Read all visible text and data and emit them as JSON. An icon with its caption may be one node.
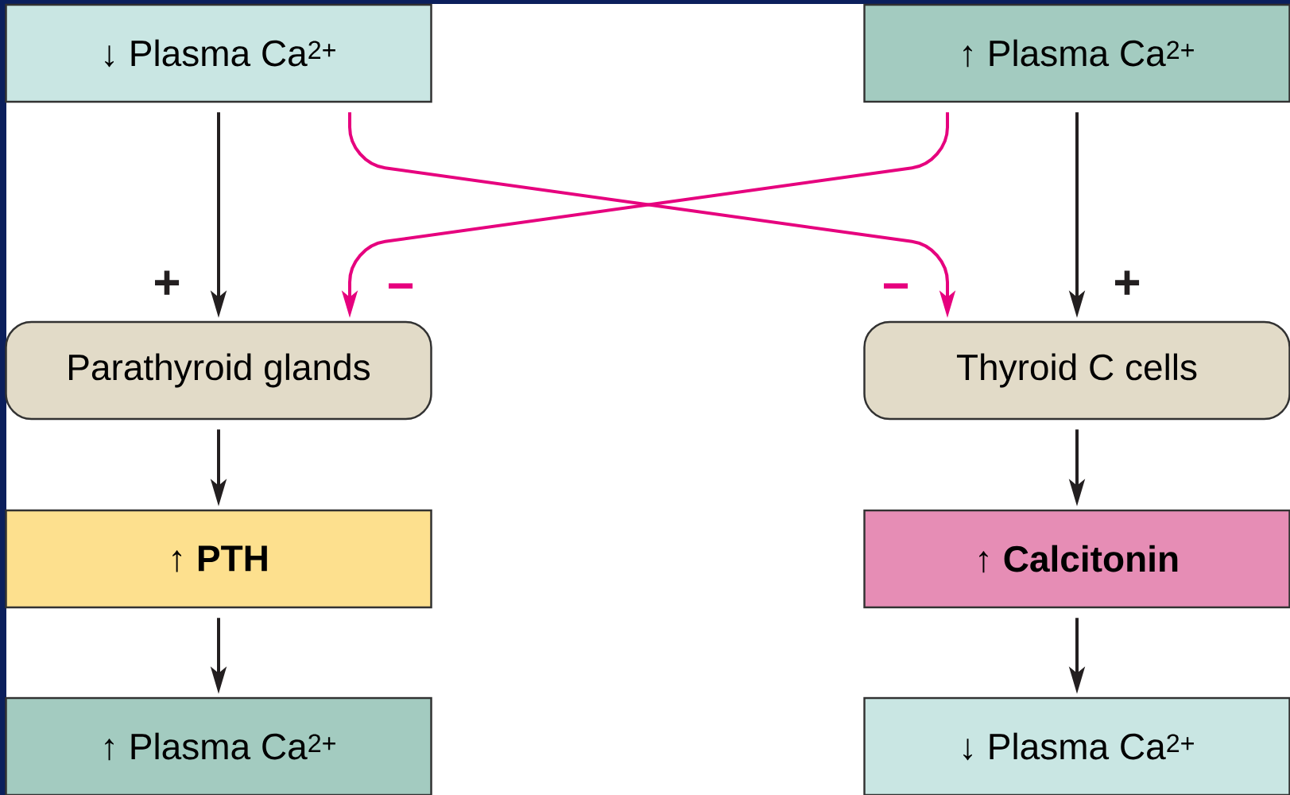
{
  "diagram": {
    "nodes": [
      {
        "text": [
          "↓ Plasma Ca$^{2+}$"
        ]
      },
      {
        "text": [
          "↑ Plasma Ca$^{2+}$"
        ]
      },
      {
        "text": [
          "Parathyroid glands"
        ]
      },
      {
        "text": [
          "Thyroid C cells"
        ]
      },
      {
        "text": [
          "↑ **PTH**"
        ]
      },
      {
        "text": [
          "↑ **Calcitonin**"
        ]
      },
      {
        "text": [
          "↑ Plasma Ca$^{2+}$"
        ]
      },
      {
        "text": [
          "↓ Plasma Ca$^{2+}$"
        ]
      }
    ],
    "edges": [
      {
        "from": 0,
        "to": 2,
        "arrow": "to",
        "label": "+"
      },
      {
        "from": 0,
        "to": 3,
        "arrow": "to",
        "label": "−",
        "color": "#e6007e"
      },
      {
        "from": 1,
        "to": 2,
        "arrow": "to",
        "label": "−",
        "color": "#e6007e"
      },
      {
        "from": 1,
        "to": 3,
        "arrow": "to",
        "label": "+"
      },
      {
        "from": 2,
        "to": 4,
        "arrow": "to"
      },
      {
        "from": 4,
        "to": 6,
        "arrow": "to"
      },
      {
        "from": 3,
        "to": 5,
        "arrow": "to"
      },
      {
        "from": 5,
        "to": 7,
        "arrow": "to"
      }
    ]
  }
}
